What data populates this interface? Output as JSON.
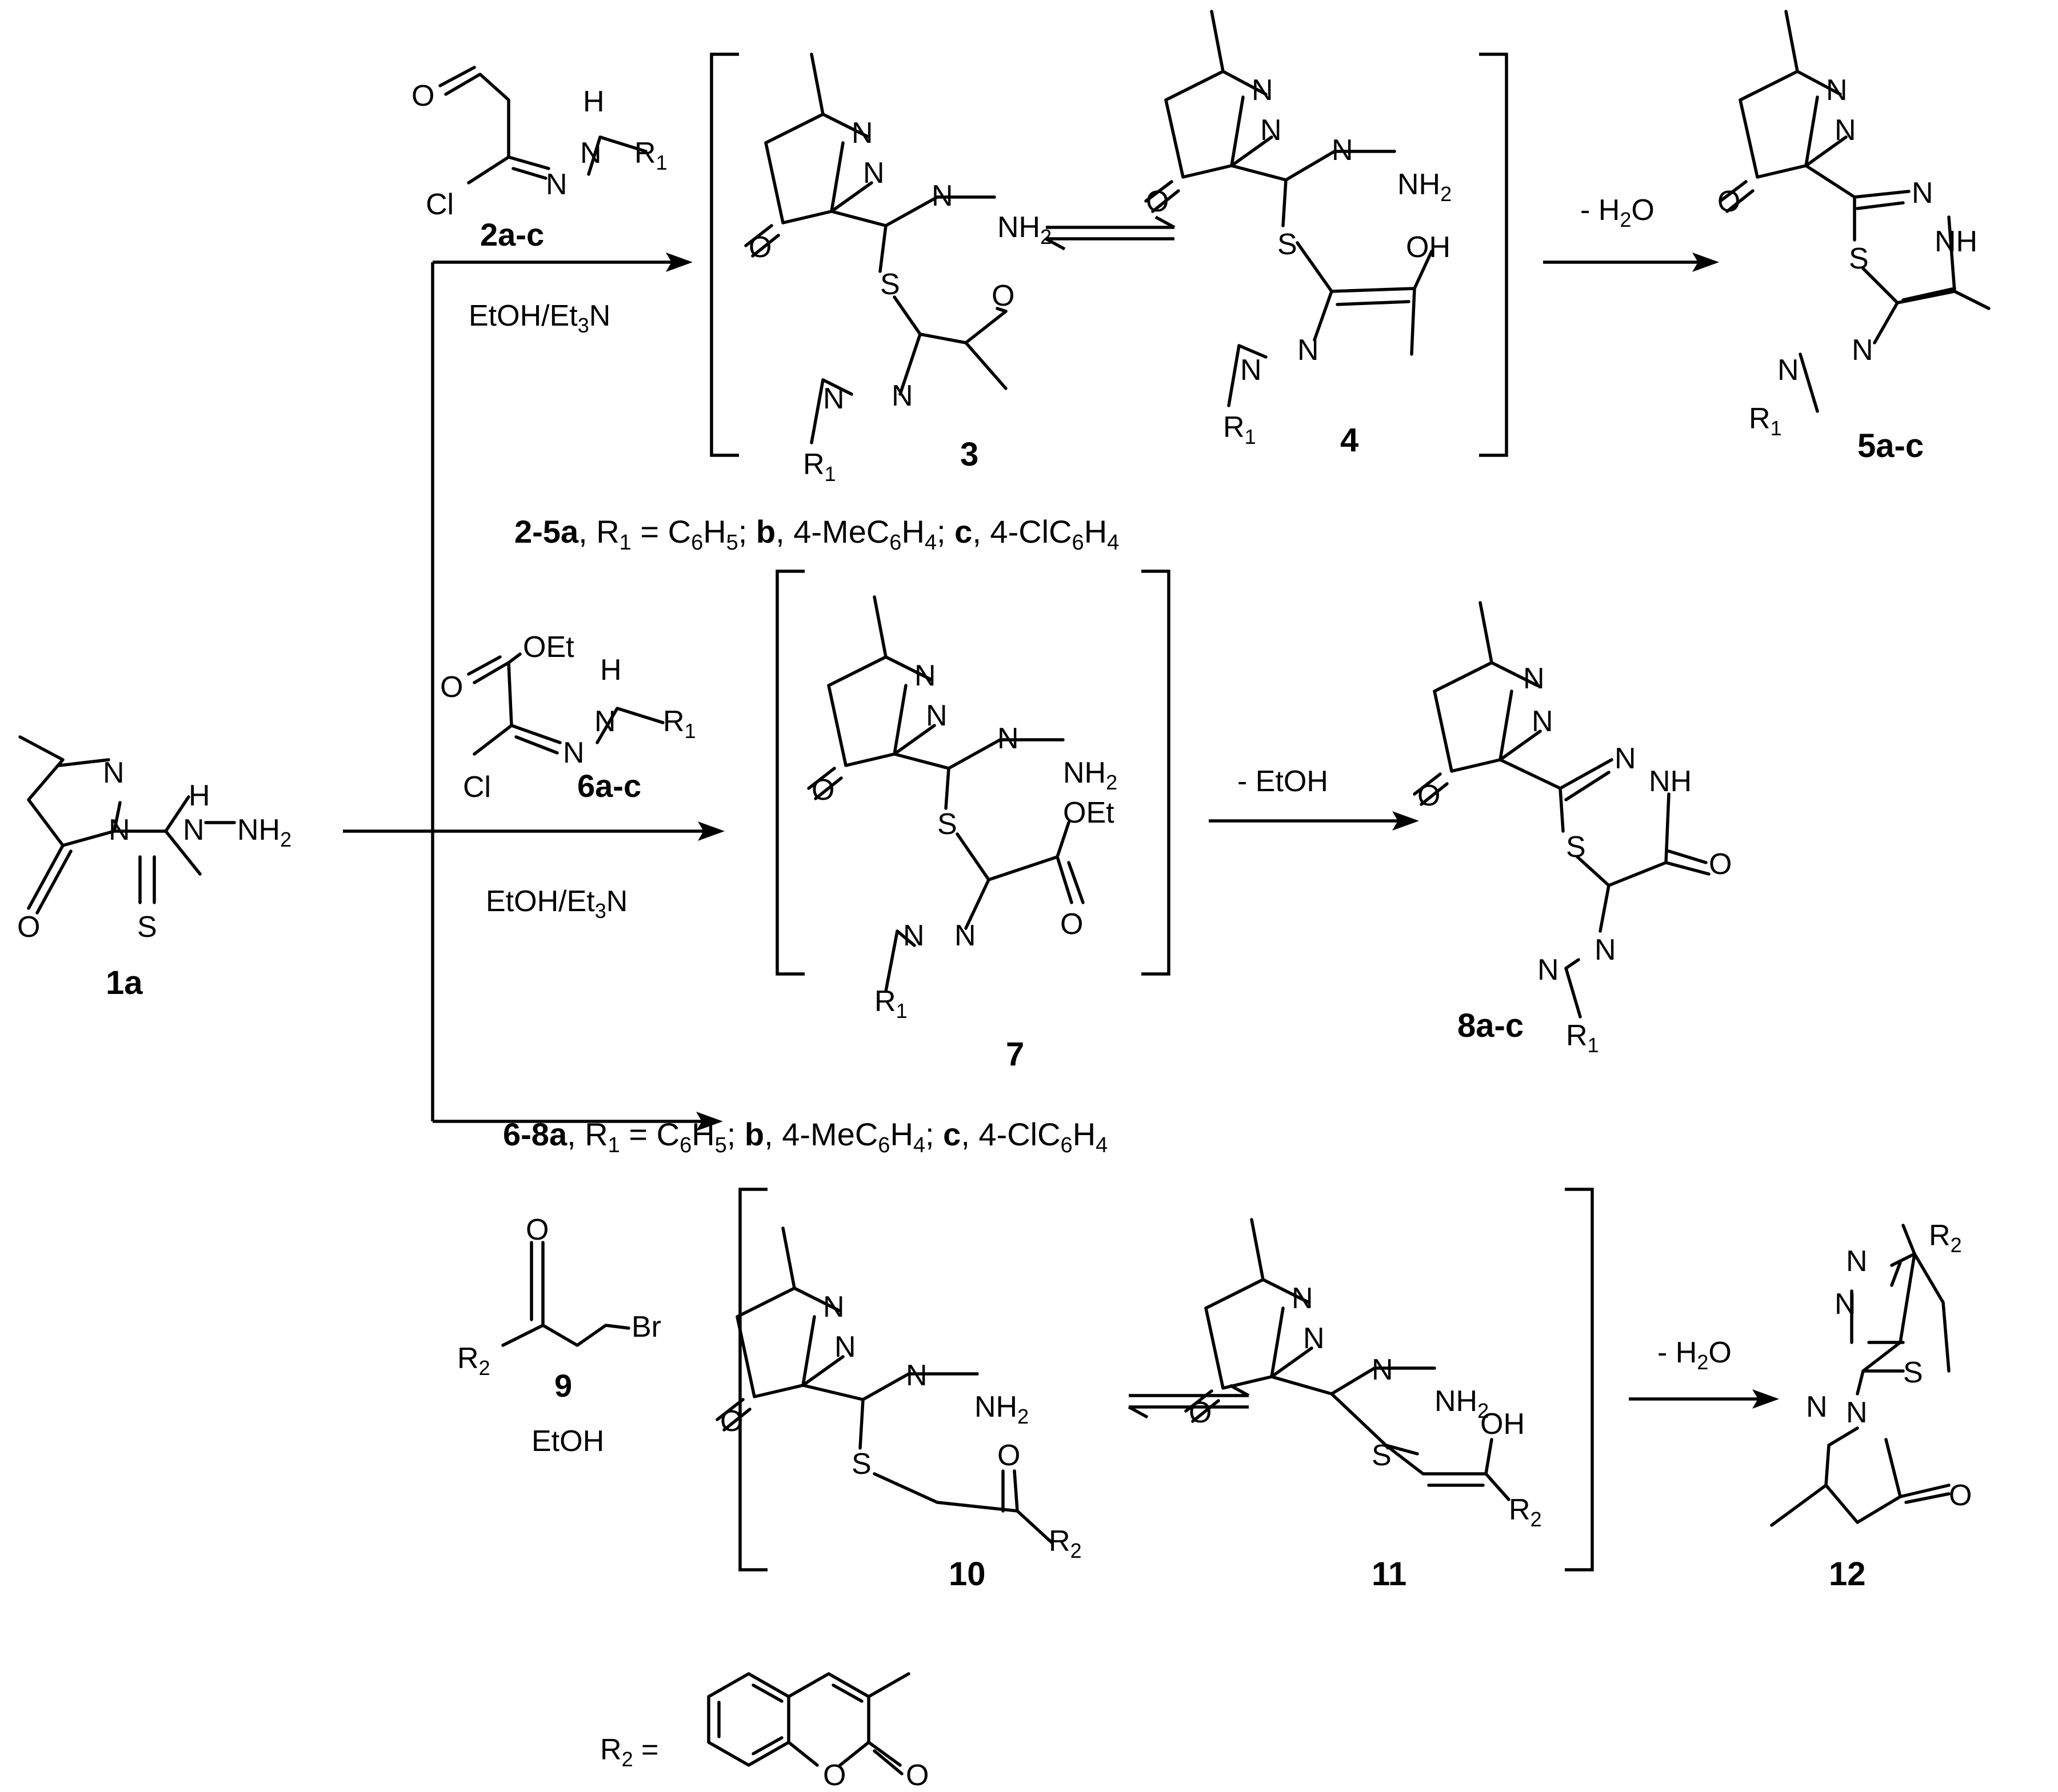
{
  "compounds": {
    "c1a": "1a",
    "c2": "2a-c",
    "c3": "3",
    "c4": "4",
    "c5": "5a-c",
    "c6": "6a-c",
    "c7": "7",
    "c8": "8a-c",
    "c9": "9",
    "c10": "10",
    "c11": "11",
    "c12": "12"
  },
  "conditions": {
    "r1": "EtOH/Et",
    "r1_sub": "3",
    "r1_end": "N",
    "r2": "EtOH/Et",
    "r2_sub": "3",
    "r2_end": "N",
    "r3": "EtOH",
    "h2o_a": "- H",
    "h2o_a_sub": "2",
    "h2o_a_end": "O",
    "etoh": "- EtOH",
    "h2o_b": "- H",
    "h2o_b_sub": "2",
    "h2o_b_end": "O"
  },
  "legends": {
    "line1": {
      "lead": "2-5a",
      "r": ", R",
      "rsub": "1",
      "eq": " = C",
      "s1": "6",
      "h": "H",
      "s2": "5",
      "sep": "; ",
      "b": "b",
      "bt": ", 4-MeC",
      "s3": "6",
      "h2": "H",
      "s4": "4",
      "sep2": "; ",
      "c": "c",
      "ct": ", 4-ClC",
      "s5": "6",
      "h3": "H",
      "s6": "4"
    },
    "line2": {
      "lead": "6-8a",
      "r": ", R",
      "rsub": "1",
      "eq": " = C",
      "s1": "6",
      "h": "H",
      "s2": "5",
      "sep": "; ",
      "b": "b",
      "bt": ", 4-MeC",
      "s3": "6",
      "h2": "H",
      "s4": "4",
      "sep2": "; ",
      "c": "c",
      "ct": ", 4-ClC",
      "s5": "6",
      "h3": "H",
      "s6": "4"
    },
    "r2_def": "R",
    "r2_def_sub": "2",
    "r2_def_eq": " ="
  },
  "atoms": {
    "N": "N",
    "NH": "NH",
    "NH2": "NH",
    "NH2_sub": "2",
    "H": "H",
    "O": "O",
    "S": "S",
    "OH": "OH",
    "Cl": "Cl",
    "OEt": "OEt",
    "Br": "Br",
    "R1": "R",
    "R1_sub": "1",
    "R2": "R",
    "R2_sub": "2"
  }
}
